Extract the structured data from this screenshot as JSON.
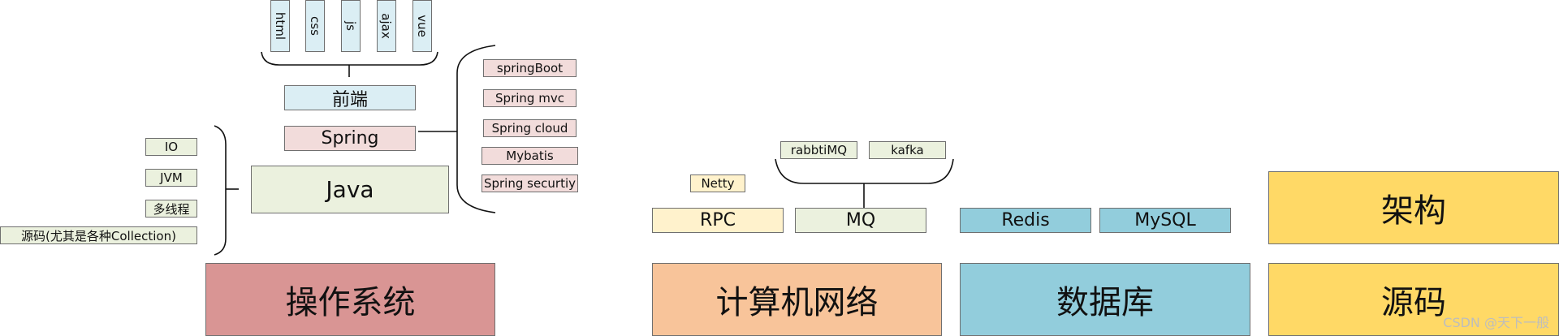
{
  "colors": {
    "frontend": "#dbeef4",
    "spring_pink": "#f2dcdb",
    "java_green": "#ebf1de",
    "os_red": "#d99594",
    "network_orange": "#f8c49a",
    "db_blue": "#92cddc",
    "arch_yellow": "#ffd966",
    "rpc_yellow": "#fff2cc"
  },
  "frontend": {
    "items": [
      "html",
      "css",
      "js",
      "ajax",
      "vue"
    ],
    "label": "前端"
  },
  "spring": {
    "label": "Spring",
    "items": [
      "springBoot",
      "Spring mvc",
      "Spring cloud",
      "Mybatis",
      "Spring securtiy"
    ]
  },
  "java": {
    "label": "Java",
    "items": [
      "IO",
      "JVM",
      "多线程",
      "源码(尤其是各种Collection)"
    ]
  },
  "os": {
    "label": "操作系统"
  },
  "network": {
    "label": "计算机网络",
    "rpc": "RPC",
    "netty": "Netty",
    "mq": "MQ",
    "mq_items": [
      "rabbtiMQ",
      "kafka"
    ]
  },
  "database": {
    "label": "数据库",
    "redis": "Redis",
    "mysql": "MySQL"
  },
  "architecture": "架构",
  "source_code": "源码",
  "watermark": "CSDN @天下一般"
}
